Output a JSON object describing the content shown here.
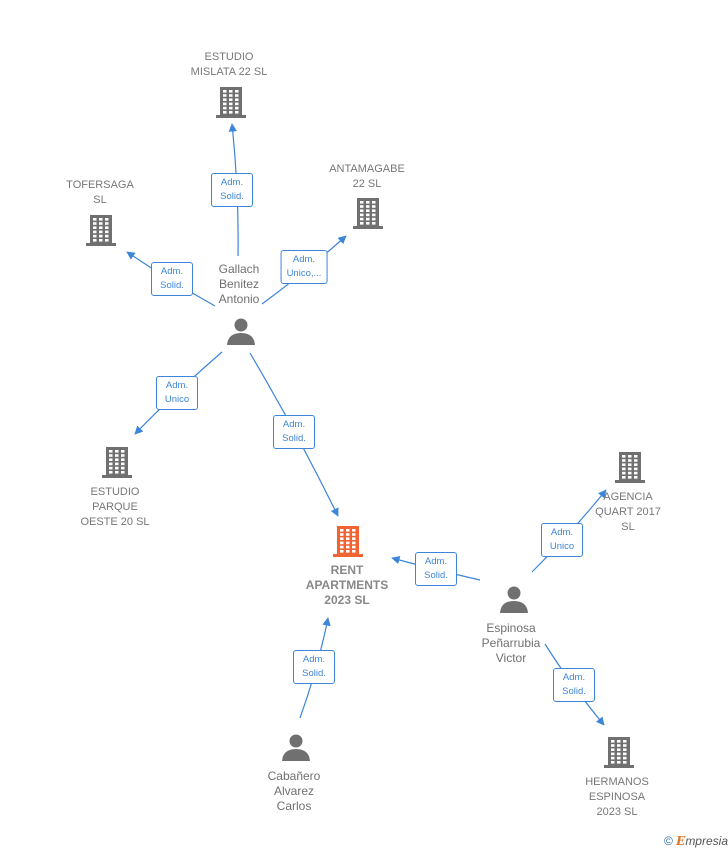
{
  "colors": {
    "edge": "#3d85d8",
    "node": "#707070",
    "main_node": "#f06434"
  },
  "nodes": [
    {
      "id": "estudio_mislata",
      "type": "company",
      "label": "ESTUDIO\nMISLATA 22  SL"
    },
    {
      "id": "tofersaga",
      "type": "company",
      "label": "TOFERSAGA\nSL"
    },
    {
      "id": "antamagabe",
      "type": "company",
      "label": "ANTAMAGABE\n22  SL"
    },
    {
      "id": "gallach",
      "type": "person",
      "label": "Gallach\nBenitez\nAntonio"
    },
    {
      "id": "estudio_parque",
      "type": "company",
      "label": "ESTUDIO\nPARQUE\nOESTE 20  SL"
    },
    {
      "id": "rent",
      "type": "main",
      "label": "RENT\nAPARTMENTS\n2023  SL"
    },
    {
      "id": "agencia",
      "type": "company",
      "label": "AGENCIA\nQUART 2017\nSL"
    },
    {
      "id": "espinosa",
      "type": "person",
      "label": "Espinosa\nPeñarrubia\nVictor"
    },
    {
      "id": "cabanero",
      "type": "person",
      "label": "Cabañero\nAlvarez\nCarlos"
    },
    {
      "id": "hermanos",
      "type": "company",
      "label": "HERMANOS\nESPINOSA\n2023  SL"
    }
  ],
  "edges": [
    {
      "from": "gallach",
      "to": "estudio_mislata",
      "label": "Adm.\nSolid."
    },
    {
      "from": "gallach",
      "to": "tofersaga",
      "label": "Adm.\nSolid."
    },
    {
      "from": "gallach",
      "to": "antamagabe",
      "label": "Adm.\nUnico,..."
    },
    {
      "from": "gallach",
      "to": "estudio_parque",
      "label": "Adm.\nUnico"
    },
    {
      "from": "gallach",
      "to": "rent",
      "label": "Adm.\nSolid."
    },
    {
      "from": "espinosa",
      "to": "rent",
      "label": "Adm.\nSolid."
    },
    {
      "from": "espinosa",
      "to": "agencia",
      "label": "Adm.\nUnico"
    },
    {
      "from": "espinosa",
      "to": "hermanos",
      "label": "Adm.\nSolid."
    },
    {
      "from": "cabanero",
      "to": "rent",
      "label": "Adm.\nSolid."
    }
  ],
  "footer": {
    "copyright": "©",
    "brand_initial": "E",
    "brand_rest": "mpresia"
  }
}
